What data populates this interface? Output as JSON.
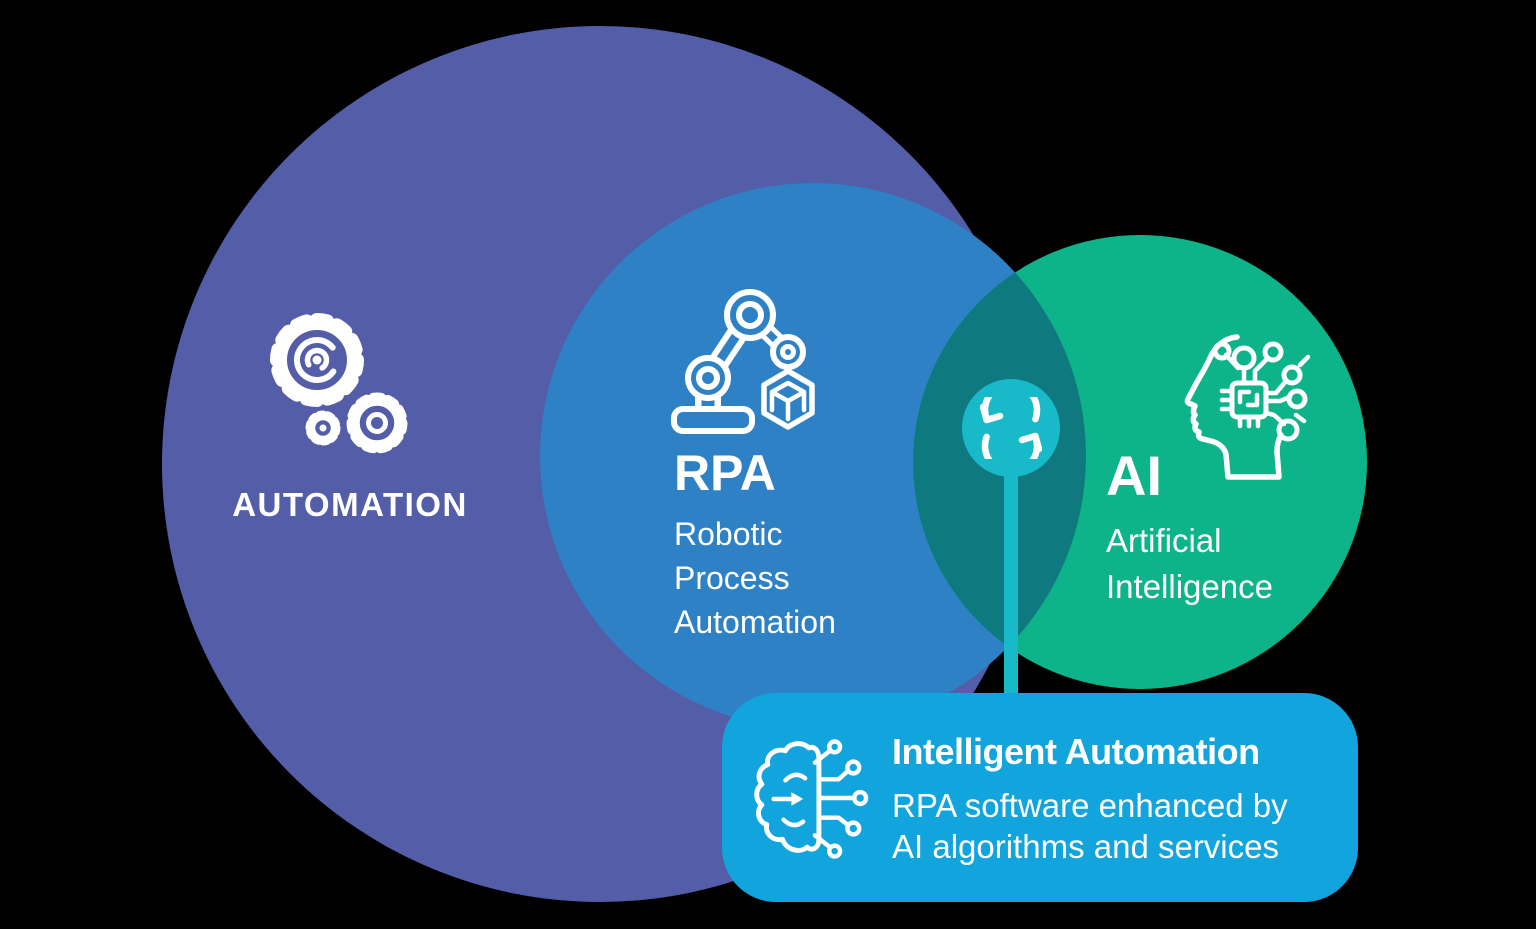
{
  "background_color": "#000000",
  "text_color": "#FFFFFF",
  "venn": {
    "automation": {
      "label": "AUTOMATION",
      "color": "#535DA8",
      "icon": "gears-icon"
    },
    "rpa": {
      "abbr": "RPA",
      "lines": [
        "Robotic",
        "Process",
        "Automation"
      ],
      "color": "#2F81C5",
      "icon": "robot-arm-icon"
    },
    "ai": {
      "abbr": "AI",
      "lines": [
        "Artificial",
        "Intelligence"
      ],
      "color": "#0EB489",
      "icon": "ai-head-chip-icon"
    },
    "overlap": {
      "color": "#0E7A80",
      "connector_color": "#18BAC9",
      "icon": "sync-icon"
    }
  },
  "callout": {
    "title": "Intelligent Automation",
    "lines": [
      "RPA software enhanced by",
      "AI algorithms and services"
    ],
    "color": "#12A4DD",
    "icon": "brain-circuit-icon"
  }
}
